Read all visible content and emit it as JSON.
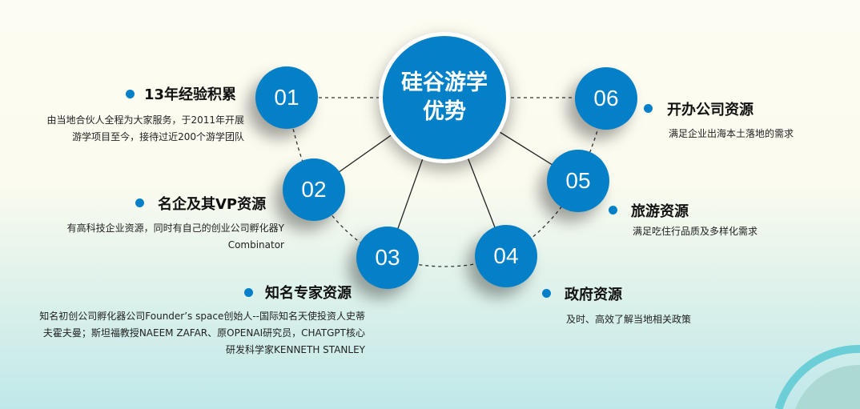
{
  "hub": {
    "line1": "硅谷游学",
    "line2": "优势"
  },
  "items": [
    {
      "num": "01",
      "title": "13年经验积累",
      "desc": "由当地合伙人全程为大家服务，于2011年开展游学项目至今，接待过近200个游学团队"
    },
    {
      "num": "02",
      "title": "名企及其VP资源",
      "desc": "有高科技企业资源，同时有自己的创业公司孵化器Y Combinator"
    },
    {
      "num": "03",
      "title": "知名专家资源",
      "desc": "知名初创公司孵化器公司Founder’s space创始人--国际知名天使投资人史蒂夫霍夫曼；斯坦福教授NAEEM ZAFAR、原OPENAI研究员，CHATGPT核心研发科学家KENNETH STANLEY"
    },
    {
      "num": "04",
      "title": "政府资源",
      "desc": "及时、高效了解当地相关政策"
    },
    {
      "num": "05",
      "title": "旅游资源",
      "desc": "满足吃住行品质及多样化需求"
    },
    {
      "num": "06",
      "title": "开办公司资源",
      "desc": "满足企业出海本土落地的需求"
    }
  ],
  "colors": {
    "accent": "#0380c8",
    "ring": "#6ccfd8",
    "ring_fill": "#acd9d2"
  }
}
